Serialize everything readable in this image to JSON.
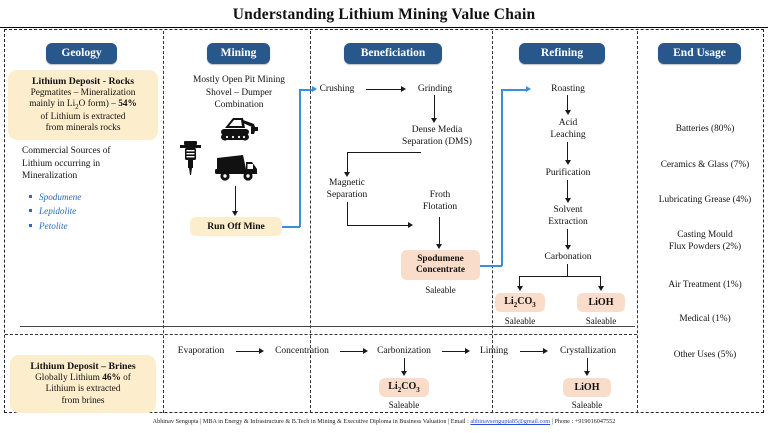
{
  "title": "Understanding Lithium Mining Value Chain",
  "columns": [
    {
      "key": "geology",
      "label": "Geology"
    },
    {
      "key": "mining",
      "label": "Mining"
    },
    {
      "key": "beneficiation",
      "label": "Beneficiation"
    },
    {
      "key": "refining",
      "label": "Refining"
    },
    {
      "key": "end_usage",
      "label": "End Usage"
    }
  ],
  "geology": {
    "deposit_title": "Lithium Deposit  -  Rocks",
    "deposit_body_1": "Pegmatites – Mineralization",
    "deposit_body_2": "mainly in Li",
    "deposit_body_2_sub": "2",
    "deposit_body_2b": "O  form) – ",
    "deposit_pct": "54%",
    "deposit_body_3": "of Lithium is extracted",
    "deposit_body_4": "from minerals rocks",
    "sources_heading_1": "Commercial Sources of",
    "sources_heading_2": "Lithium occurring in",
    "sources_heading_3": "Mineralization",
    "sources": [
      "Spodumene",
      "Lepidolite",
      "Petolite"
    ]
  },
  "mining": {
    "note_1": "Mostly Open Pit Mining",
    "note_2": "Shovel – Dumper",
    "note_3": "Combination",
    "icons": [
      "jackhammer-icon",
      "excavator-icon",
      "dump-truck-icon"
    ],
    "run_off_mine": "Run Off Mine"
  },
  "beneficiation": {
    "crushing": "Crushing",
    "grinding": "Grinding",
    "dms_1": "Dense Media",
    "dms_2": "Separation (DMS)",
    "magnetic_1": "Magnetic",
    "magnetic_2": "Separation",
    "froth_1": "Froth",
    "froth_2": "Flotation",
    "product_1": "Spodumene",
    "product_2": "Concentrate",
    "saleable": "Saleable"
  },
  "refining": {
    "steps": [
      {
        "line1": "Roasting",
        "line2": ""
      },
      {
        "line1": "Acid",
        "line2": "Leaching"
      },
      {
        "line1": "Purification",
        "line2": ""
      },
      {
        "line1": "Solvent",
        "line2": "Extraction"
      },
      {
        "line1": "Carbonation",
        "line2": ""
      }
    ],
    "product_left": "Li2CO3",
    "product_left_parts": {
      "pre": "Li",
      "sub1": "2",
      "mid": "CO",
      "sub2": "3"
    },
    "product_right": "LiOH",
    "saleable_left": "Saleable",
    "saleable_right": "Saleable"
  },
  "end_usage": {
    "items": [
      {
        "label": "Batteries (80%)",
        "line2": ""
      },
      {
        "label": "Ceramics & Glass (7%)",
        "line2": ""
      },
      {
        "label": "Lubricating Grease (4%)",
        "line2": ""
      },
      {
        "label": "Casting Mould",
        "line2": "Flux Powders (2%)"
      },
      {
        "label": "Air Treatment (1%)",
        "line2": ""
      },
      {
        "label": "Medical (1%)",
        "line2": ""
      },
      {
        "label": "Other Uses (5%)",
        "line2": ""
      }
    ]
  },
  "brines": {
    "deposit_title": "Lithium Deposit – Brines",
    "deposit_body_1a": "Globally Lithium ",
    "deposit_pct": "46%",
    "deposit_body_1b": " of",
    "deposit_body_2": "Lithium is extracted",
    "deposit_body_3": "from brines",
    "steps": [
      "Evaporation",
      "Concentration",
      "Carbonization",
      "Liming",
      "Crystallization"
    ],
    "product_left_parts": {
      "pre": "Li",
      "sub1": "2",
      "mid": "CO",
      "sub2": "3"
    },
    "product_right": "LiOH",
    "saleable_left": "Saleable",
    "saleable_right": "Saleable"
  },
  "footer": {
    "part1": "Abhinav Sengupta | MBA in Energy & Infrastructure & B.Tech in Mining & Executive Diploma in Business Valuation | Email : ",
    "email": "abhinavsengupta85@gmail.com",
    "part2": " | Phone : +919016047552"
  },
  "colors": {
    "badge": "#28578c",
    "cream": "#fceecc",
    "peach": "#fadcca",
    "blue_connector": "#3a8fd8",
    "bullet_text": "#2a6bbd"
  }
}
